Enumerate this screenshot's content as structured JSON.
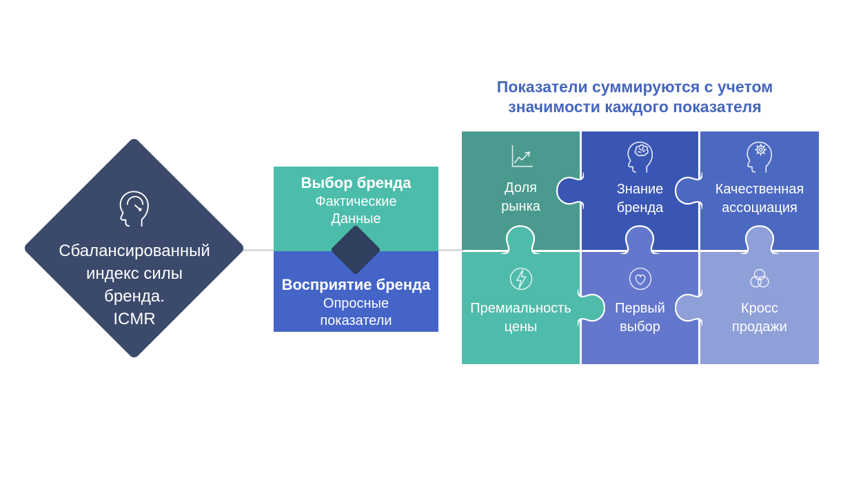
{
  "colors": {
    "background": "#ffffff",
    "connector_line": "#d8dadc",
    "title_text": "#4566bd",
    "text_on_shapes": "#ffffff"
  },
  "left_diamond": {
    "color": "#3b4a6b",
    "icon": "gauge-in-head-icon",
    "lines": [
      "Сбалансированный",
      "индекс силы",
      "бренда.",
      "ICMR"
    ]
  },
  "sources": {
    "diamond_color": "#2f3f5e",
    "top": {
      "title": "Выбор бренда",
      "subtitle": "Фактические Данные",
      "color": "#4cbcab"
    },
    "bottom": {
      "title": "Восприятие бренда",
      "subtitle": "Опросные показатели",
      "color": "#4464c8"
    }
  },
  "puzzle": {
    "title_lines": [
      "Показатели суммируются с  учетом",
      "значимости каждого показателя"
    ],
    "pieces": [
      {
        "label": "Доля рынка",
        "icon": "line-chart-icon",
        "color": "#4a9a8f"
      },
      {
        "label": "Знание бренда",
        "icon": "brain-in-head-icon",
        "color": "#3a56b4"
      },
      {
        "label": "Качественная ассоциация",
        "icon": "gear-in-head-icon",
        "color": "#4c69c1"
      },
      {
        "label": "Премиальность цены",
        "icon": "lightning-circle-icon",
        "color": "#4fbcab"
      },
      {
        "label": "Первый выбор",
        "icon": "heart-circle-icon",
        "color": "#6377cd"
      },
      {
        "label": "Кросс продажи",
        "icon": "venn-circles-icon",
        "color": "#8f9fd8"
      }
    ]
  }
}
